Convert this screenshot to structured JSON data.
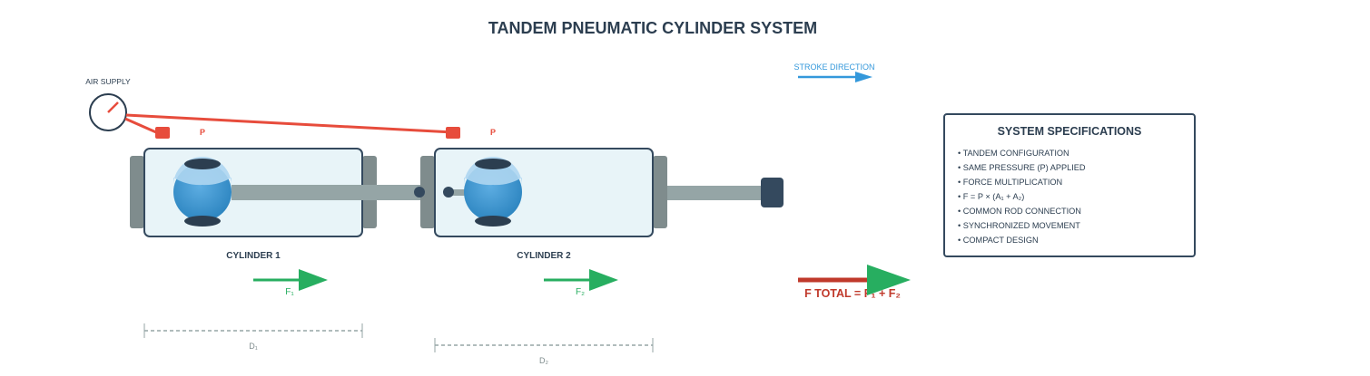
{
  "title": "TANDEM PNEUMATIC CYLINDER SYSTEM",
  "air_supply_label": "AIR SUPPLY",
  "pressure_label": "P",
  "stroke_direction_label": "STROKE DIRECTION",
  "cylinders": [
    {
      "label": "CYLINDER 1",
      "force_label": "F₁",
      "dimension_label": "D₁"
    },
    {
      "label": "CYLINDER 2",
      "force_label": "F₂",
      "dimension_label": "D₂"
    }
  ],
  "total_force_label": "F TOTAL = F₁ + F₂",
  "specs": {
    "title": "SYSTEM SPECIFICATIONS",
    "items": [
      "• TANDEM CONFIGURATION",
      "• SAME PRESSURE (P) APPLIED",
      "• FORCE MULTIPLICATION",
      "• F = P × (A₁ + A₂)",
      "• COMMON ROD CONNECTION",
      "• SYNCHRONIZED MOVEMENT",
      "• COMPACT DESIGN"
    ]
  },
  "colors": {
    "title": "#2c3e50",
    "air_line": "#e74c3c",
    "force_arrow": "#27ae60",
    "total_force": "#c0392b",
    "stroke_arrow": "#3498db",
    "cylinder_fill": "#e8f4f8",
    "cylinder_border": "#34495e",
    "piston": "#3498db",
    "rod": "#95a5a6",
    "end_cap": "#7f8c8d"
  }
}
